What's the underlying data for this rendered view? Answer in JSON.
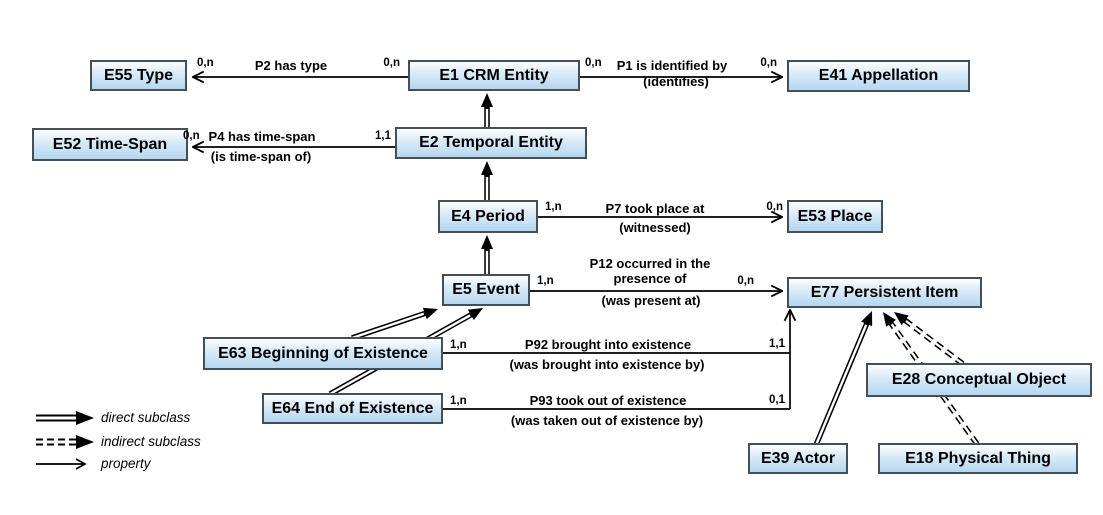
{
  "nodes": {
    "e55": {
      "label": "E55 Type"
    },
    "e1": {
      "label": "E1 CRM Entity"
    },
    "e41": {
      "label": "E41 Appellation"
    },
    "e52": {
      "label": "E52 Time-Span"
    },
    "e2": {
      "label": "E2 Temporal Entity"
    },
    "e4": {
      "label": "E4 Period"
    },
    "e53": {
      "label": "E53 Place"
    },
    "e5": {
      "label": "E5 Event"
    },
    "e77": {
      "label": "E77 Persistent Item"
    },
    "e63": {
      "label": "E63 Beginning of Existence"
    },
    "e64": {
      "label": "E64 End of Existence"
    },
    "e28": {
      "label": "E28 Conceptual Object"
    },
    "e39": {
      "label": "E39 Actor"
    },
    "e18": {
      "label": "E18 Physical Thing"
    }
  },
  "properties": {
    "p2": {
      "label": "P2 has type",
      "card_left": "0,n",
      "card_right": "0,n"
    },
    "p1": {
      "label": "P1 is identified by",
      "inverse": "(identifies)",
      "card_left": "0,n",
      "card_right": "0,n"
    },
    "p4": {
      "label": "P4 has time-span",
      "inverse": "(is time-span of)",
      "card_left": "0,n",
      "card_right": "1,1"
    },
    "p7": {
      "label": "P7 took place at",
      "inverse": "(witnessed)",
      "card_left": "1,n",
      "card_right": "0,n"
    },
    "p12": {
      "label": "P12 occurred in the\npresence of",
      "inverse": "(was present at)",
      "card_left": "1,n",
      "card_right": "0,n"
    },
    "p92": {
      "label": "P92 brought into existence",
      "inverse": "(was brought into existence by)",
      "card_left": "1,n",
      "card_right": "1,1"
    },
    "p93": {
      "label": "P93 took out of existence",
      "inverse": "(was taken out of existence by)",
      "card_left": "1,n",
      "card_right": "0,1"
    }
  },
  "legend": {
    "direct": "direct subclass",
    "indirect": "indirect subclass",
    "property": "property"
  },
  "colors": {
    "box_border": "#454f59",
    "box_fill_top": "#fdfeff",
    "box_fill_bottom": "#b4d7f0",
    "line": "#000000"
  }
}
